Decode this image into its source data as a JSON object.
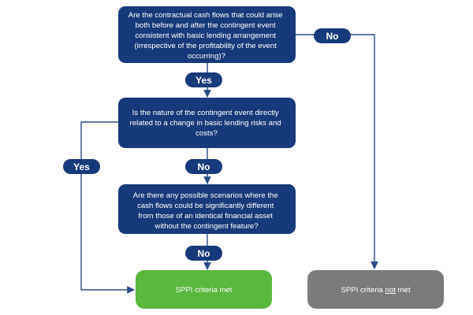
{
  "questions": [
    {
      "id": "q1",
      "lines": [
        "Are the contractual cash flows that could arise",
        "both before and after the contingent event",
        "consistent with basic lending arrangement",
        "(irrespective of the profitability of the event",
        "occurring)?"
      ]
    },
    {
      "id": "q2",
      "lines": [
        "Is the nature of the contingent event directly",
        "related to a change in basic lending risks and",
        "costs?"
      ]
    },
    {
      "id": "q3",
      "lines": [
        "Are there any possible scenarios where the",
        "cash flows could be significantly different",
        "from those of an identical financial asset",
        "without the contingent feature?"
      ]
    }
  ],
  "answers": {
    "q1_yes": "Yes",
    "q1_no": "No",
    "q2_yes": "Yes",
    "q2_no": "No",
    "q3_no": "No"
  },
  "results": {
    "met": {
      "text": "SPPI criteria met"
    },
    "not_met": {
      "before": "SPPI criteria ",
      "emphasis": "not",
      "after": " met"
    }
  },
  "colors": {
    "question": "#173a7a",
    "connector": "#2a4a86",
    "met": "#5bb83f",
    "not_met": "#7b7b7d",
    "text": "#ffffff"
  }
}
